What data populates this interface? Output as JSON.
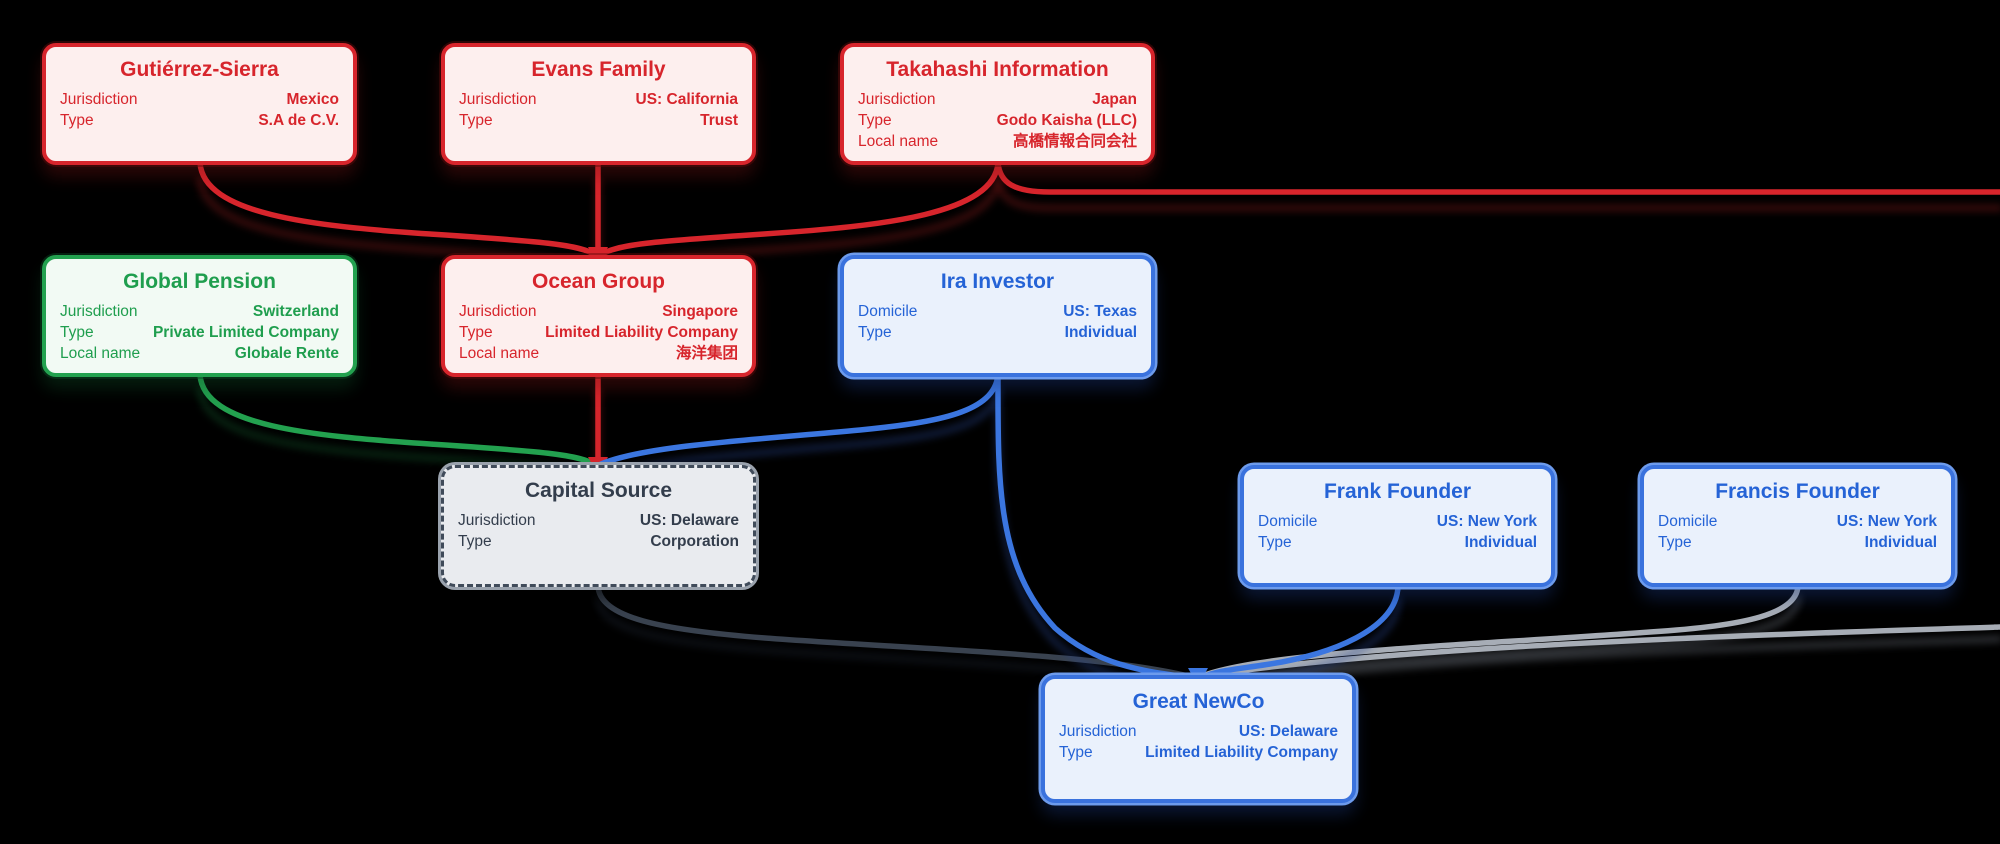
{
  "page": {
    "background": "#000000"
  },
  "colors": {
    "red": "#d7252c",
    "green": "#23a14f",
    "blue": "#3b76e0",
    "gray": "#a7adb6",
    "dark_gray": "#39424f"
  },
  "entities": [
    {
      "title": "Gutiérrez-Sierra",
      "theme": "red",
      "rows": [
        {
          "label": "Jurisdiction",
          "value": "Mexico"
        },
        {
          "label": "Type",
          "value": "S.A de C.V."
        }
      ]
    },
    {
      "title": "Evans Family",
      "theme": "red",
      "rows": [
        {
          "label": "Jurisdiction",
          "value": "US: California"
        },
        {
          "label": "Type",
          "value": "Trust"
        }
      ]
    },
    {
      "title": "Takahashi Information",
      "theme": "red",
      "rows": [
        {
          "label": "Jurisdiction",
          "value": "Japan"
        },
        {
          "label": "Type",
          "value": "Godo Kaisha (LLC)"
        },
        {
          "label": "Local name",
          "value": "高橋情報合同会社"
        }
      ]
    },
    {
      "title": "Global Pension",
      "theme": "green",
      "rows": [
        {
          "label": "Jurisdiction",
          "value": "Switzerland"
        },
        {
          "label": "Type",
          "value": "Private Limited Company"
        },
        {
          "label": "Local name",
          "value": "Globale Rente"
        }
      ]
    },
    {
      "title": "Ocean Group",
      "theme": "red",
      "rows": [
        {
          "label": "Jurisdiction",
          "value": "Singapore"
        },
        {
          "label": "Type",
          "value": "Limited Liability Company"
        },
        {
          "label": "Local name",
          "value": "海洋集团"
        }
      ]
    },
    {
      "title": "Ira Investor",
      "theme": "blue",
      "rows": [
        {
          "label": "Domicile",
          "value": "US: Texas"
        },
        {
          "label": "Type",
          "value": "Individual"
        }
      ]
    },
    {
      "title": "Capital Source",
      "theme": "dark",
      "rows": [
        {
          "label": "Jurisdiction",
          "value": "US: Delaware"
        },
        {
          "label": "Type",
          "value": "Corporation"
        }
      ]
    },
    {
      "title": "Frank Founder",
      "theme": "blue",
      "rows": [
        {
          "label": "Domicile",
          "value": "US: New York"
        },
        {
          "label": "Type",
          "value": "Individual"
        }
      ]
    },
    {
      "title": "Francis Founder",
      "theme": "blue",
      "rows": [
        {
          "label": "Domicile",
          "value": "US: New York"
        },
        {
          "label": "Type",
          "value": "Individual"
        }
      ]
    },
    {
      "title": "Great NewCo",
      "theme": "blue",
      "rows": [
        {
          "label": "Jurisdiction",
          "value": "US: Delaware"
        },
        {
          "label": "Type",
          "value": "Limited Liability Company"
        }
      ]
    }
  ],
  "edges": [
    {
      "name": "gutierrez-sierra-to-ocean-group",
      "color": "red"
    },
    {
      "name": "evans-family-to-ocean-group",
      "color": "red"
    },
    {
      "name": "takahashi-information-to-ocean-group",
      "color": "red"
    },
    {
      "name": "takahashi-row-to-offscreen-right",
      "color": "red"
    },
    {
      "name": "global-pension-to-capital-source",
      "color": "green"
    },
    {
      "name": "ocean-group-to-capital-source",
      "color": "red"
    },
    {
      "name": "ira-investor-to-capital-source",
      "color": "blue"
    },
    {
      "name": "ira-investor-to-great-newco",
      "color": "blue"
    },
    {
      "name": "frank-founder-to-great-newco",
      "color": "blue"
    },
    {
      "name": "francis-founder-to-great-newco",
      "color": "gray"
    },
    {
      "name": "offscreen-right-to-great-newco",
      "color": "gray"
    },
    {
      "name": "capital-source-to-great-newco",
      "color": "dark_gray"
    }
  ]
}
